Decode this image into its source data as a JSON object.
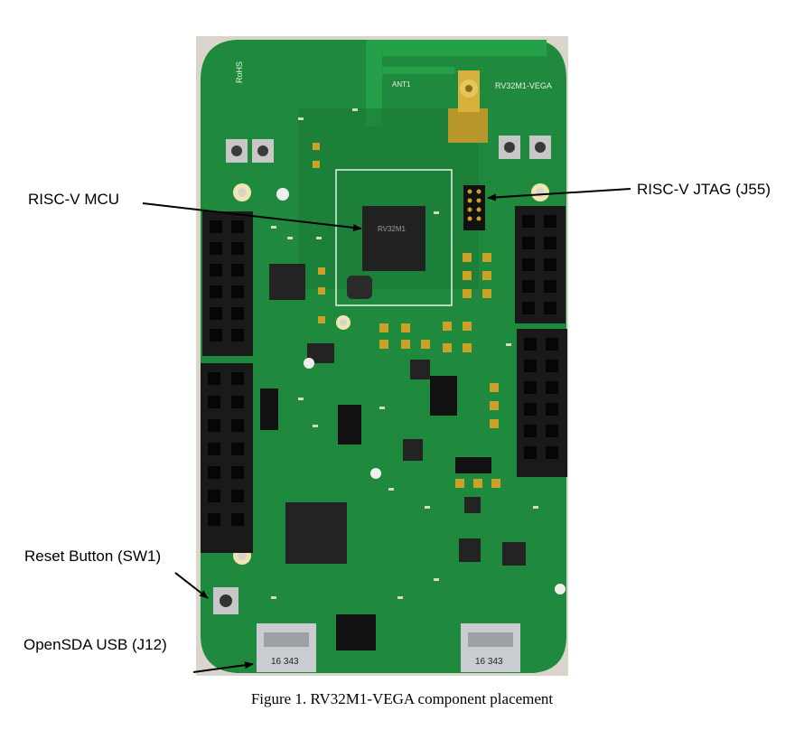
{
  "figure": {
    "caption": "Figure 1. RV32M1-VEGA component placement",
    "photo_alt": "RV32M1-VEGA development board photograph",
    "board": {
      "silk_name": "RV32M1-VEGA",
      "ant_label": "ANT1",
      "rohs": "RoHS",
      "mcu_marking": "RV32M1",
      "usb_left_marking": "16 343",
      "usb_right_marking": "16 343",
      "colors": {
        "pcb": "#1f8a3e",
        "pcb_dark": "#166b2f",
        "header": "#1a1a1a",
        "gold": "#c9a227",
        "chip": "#222222",
        "usb_metal": "#c9ccd0",
        "background": "#ffffff"
      }
    },
    "callouts": [
      {
        "id": "mcu",
        "text": "RISC-V MCU"
      },
      {
        "id": "jtag",
        "text": "RISC-V JTAG (J55)"
      },
      {
        "id": "reset",
        "text": "Reset Button (SW1)"
      },
      {
        "id": "usb",
        "text": "OpenSDA USB (J12)"
      }
    ]
  }
}
